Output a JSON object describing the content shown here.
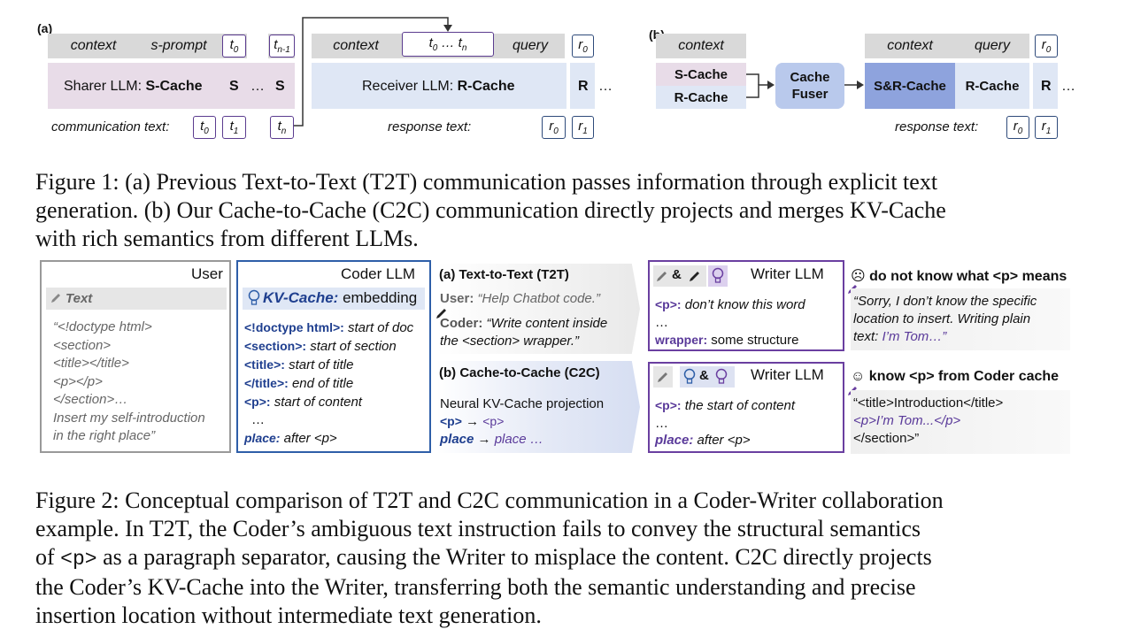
{
  "figure1": {
    "panel_a_label": "(a)",
    "panel_b_label": "(b)",
    "a": {
      "context": "context",
      "s_prompt": "s-prompt",
      "t0": "t0",
      "tn1": "tn-1",
      "sharer_prefix": "Sharer LLM: ",
      "sharer_cache": "S-Cache",
      "s_token": "S",
      "ellipsis": "…",
      "comm_text": "communication text:",
      "t0b": "t0",
      "t1": "t1",
      "tn": "tn",
      "recv_context": "context",
      "recv_tokens": "t0 … tn",
      "query": "query",
      "r0": "r0",
      "receiver_prefix": "Receiver LLM: ",
      "receiver_cache": "R-Cache",
      "r_token": "R",
      "response_text": "response text:",
      "r0b": "r0",
      "r1": "r1"
    },
    "b": {
      "context": "context",
      "s_cache": "S-Cache",
      "r_cache": "R-Cache",
      "fuser_line1": "Cache",
      "fuser_line2": "Fuser",
      "context2": "context",
      "query": "query",
      "r0": "r0",
      "sr_cache": "S&R-Cache",
      "r_cache2": "R-Cache",
      "r_token": "R",
      "response_text": "response text:",
      "r0b": "r0",
      "r1": "r1"
    }
  },
  "caption1": {
    "line1": "Figure 1: (a) Previous Text-to-Text (T2T) communication passes information through explicit text",
    "line2": "generation. (b) Our Cache-to-Cache (C2C) communication directly projects and merges KV-Cache",
    "line3": "with rich semantics from different LLMs."
  },
  "figure2": {
    "user": {
      "title": "User",
      "header": "Text",
      "lines": [
        "“<!doctype html>",
        "<section>",
        "<title></title>",
        "<p></p>",
        "</section>…",
        "Insert my self-introduction",
        "in the right place”"
      ]
    },
    "coder": {
      "title": "Coder LLM",
      "kv_label": "KV-Cache:",
      "kv_value": " embedding",
      "rows": [
        {
          "k": "<!doctype html>:",
          "v": " start of doc"
        },
        {
          "k": "<section>:",
          "v": " start of section"
        },
        {
          "k": "<title>:",
          "v": " start of title"
        },
        {
          "k": "</title>:",
          "v": " end of title"
        },
        {
          "k": "<p>:",
          "v": " start of content"
        }
      ],
      "dots": "…",
      "place_k": "place:",
      "place_v": " after <p>"
    },
    "t2t": {
      "title": "(a) Text-to-Text (T2T)",
      "user_label": "User:",
      "user_msg": " “Help Chatbot code.”",
      "coder_label": "Coder:",
      "coder_msg1": " “Write content inside",
      "coder_msg2": "the <section> wrapper.”"
    },
    "c2c": {
      "title": "(b) Cache-to-Cache (C2C)",
      "line1": "Neural KV-Cache projection",
      "map1_a": "<p>",
      "map1_arrow": " → ",
      "map1_b": "<p>",
      "map2_a": "place",
      "map2_arrow": " → ",
      "map2_b": "place …"
    },
    "writer_a": {
      "title": "Writer LLM",
      "amp": "&",
      "p_k": "<p>:",
      "p_v": " don’t know this word",
      "dots": "…",
      "w_k": "wrapper:",
      "w_v": " some structure"
    },
    "writer_b": {
      "title": "Writer LLM",
      "amp": "&",
      "p_k": "<p>:",
      "p_v": " the start of content",
      "dots": "…",
      "place_k": "place:",
      "place_v": " after <p>"
    },
    "result_a": {
      "face": "☹",
      "title": " do not know what <p> means",
      "line1": "“Sorry, I don’t know the specific",
      "line2": "location to insert. Writing plain",
      "line3_a": "text: ",
      "line3_b": "I’m Tom…”"
    },
    "result_b": {
      "face": "☺",
      "title": " know <p> from Coder cache",
      "line1": "“<title>Introduction</title>",
      "line2": "<p>I’m Tom...</p>",
      "line3": "</section>”"
    }
  },
  "caption2": {
    "line1": "Figure 2: Conceptual comparison of T2T and C2C communication in a Coder-Writer collaboration",
    "line2": "example.  In T2T, the Coder’s ambiguous text instruction fails to convey the structural semantics",
    "line3_a": "of ",
    "line3_code": "<p>",
    "line3_b": " as a paragraph separator, causing the Writer to misplace the content. C2C directly projects",
    "line4": "the Coder’s KV-Cache into the Writer, transferring both the semantic understanding and precise",
    "line5": "insertion location without intermediate text generation."
  },
  "colors": {
    "sharer": "#e8dce8",
    "receiver": "#dfe7f5",
    "fuser": "#b9c9ec",
    "sr_cache": "#8ea3dd",
    "coder_border": "#2e5ea8",
    "writer_border": "#6a3fa0",
    "blue_text": "#1f3f8f"
  },
  "icons": [
    "pencil-icon",
    "lightbulb-icon",
    "frown-icon",
    "smile-icon",
    "arrow-icon"
  ]
}
